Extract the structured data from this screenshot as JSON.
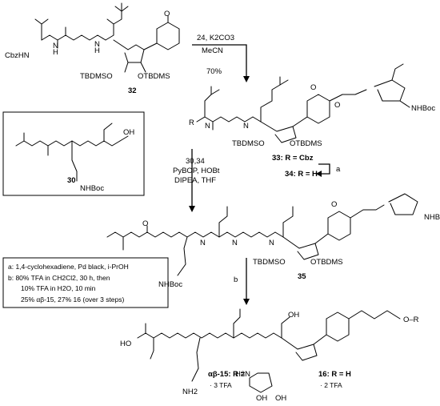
{
  "compound_labels": {
    "c32": "32",
    "c33": "33: R = Cbz",
    "c34": "34: R = H",
    "c35": "35",
    "c30": "30",
    "c16": "16: R = H",
    "c16_salt": "· 2 TFA",
    "c15": "αβ-15: R =",
    "c15_salt": "· 3 TFA"
  },
  "step1": {
    "reagents": "24, K2CO3",
    "solvent": "MeCN",
    "yield": "70%"
  },
  "step_a_label": "a",
  "step2": {
    "line1": "30,34",
    "line2": "PyBOP, HOBt",
    "line3": "DIPEA, THF"
  },
  "step_b_label": "b",
  "conditions_box": {
    "a": "a: 1,4-cyclohexadiene, Pd black, i-PrOH",
    "b1": "b: 80% TFA in CH2Cl2, 30 h, then",
    "b2": "10% TFA in H2O, 10 min",
    "b3": "25% αβ-15, 27% 16 (over 3 steps)"
  },
  "atoms": {
    "cbzhn": "CbzHN",
    "h": "H",
    "n": "N",
    "o": "O",
    "oh": "OH",
    "r": "R",
    "tbdmso": "TBDMSO",
    "otbdms": "OTBDMS",
    "nhboc": "NHBoc",
    "nh2": "NH2",
    "ho": "HO",
    "o_r": "O–R",
    "h2n": "H2N"
  }
}
